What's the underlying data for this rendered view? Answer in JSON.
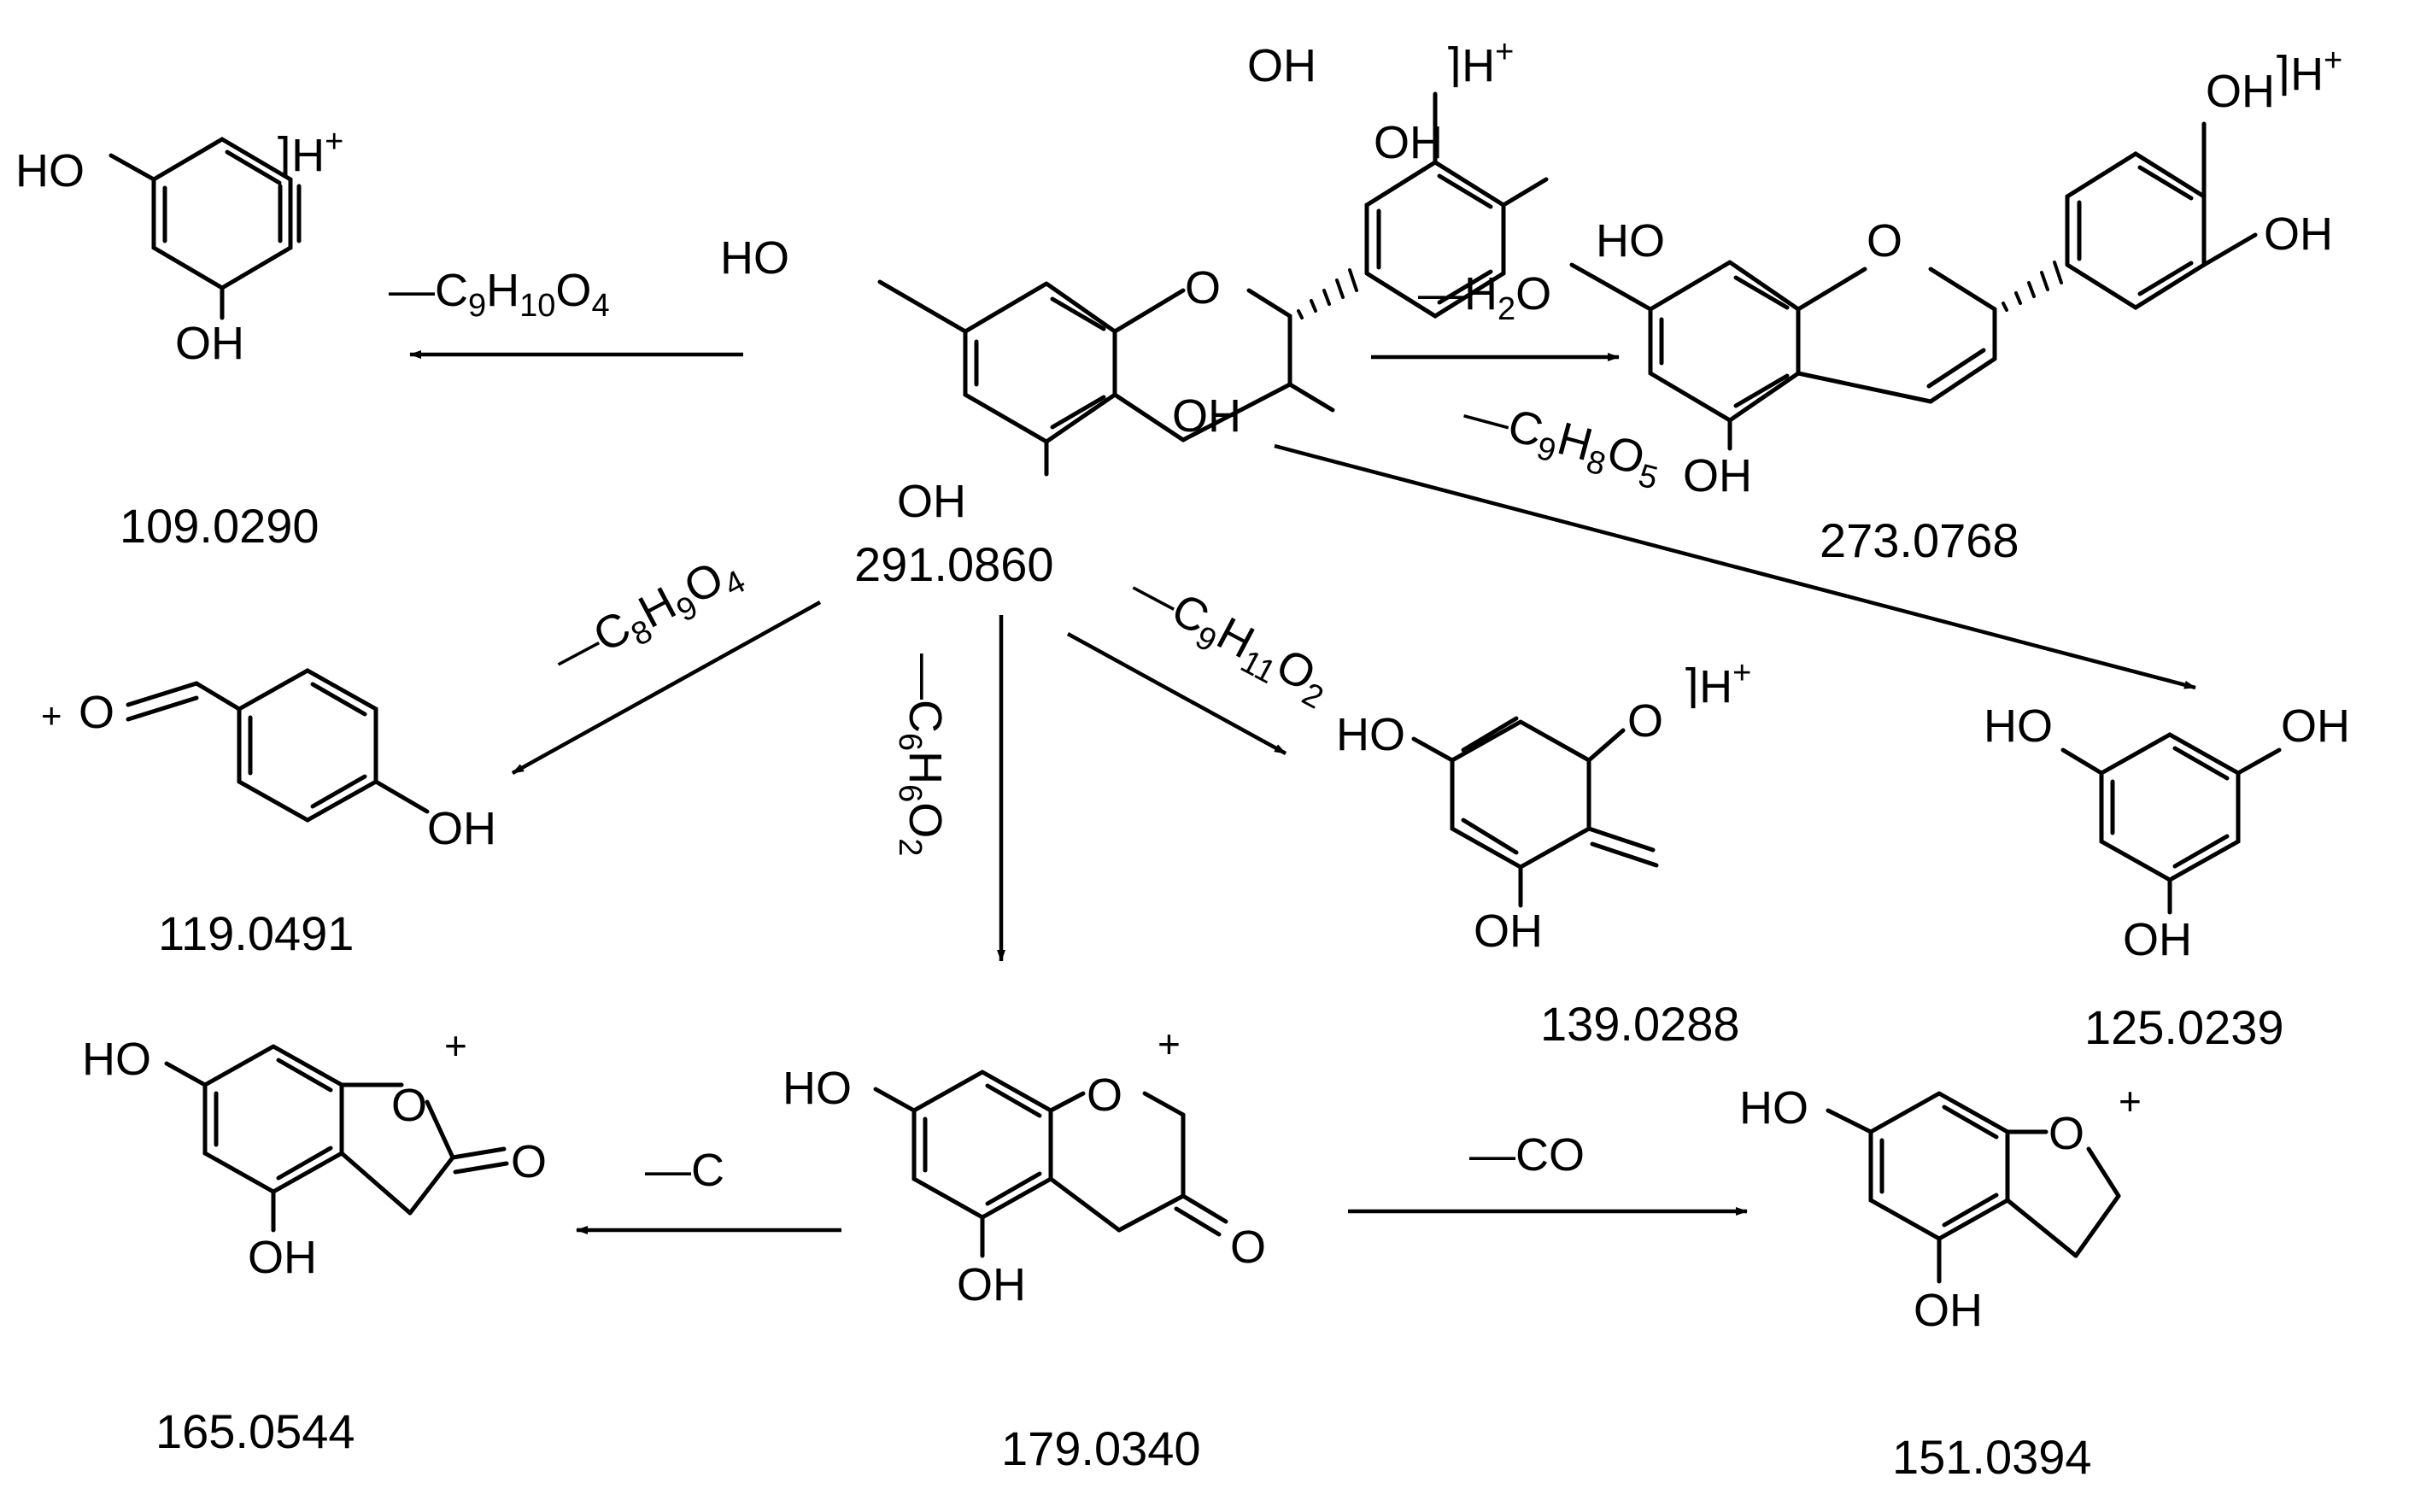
{
  "labels": {
    "oh": "OH",
    "ho": "HO",
    "o": "O",
    "plus": "+",
    "hplus": "H",
    "bracket": "⌉"
  },
  "masses": {
    "parent": "291.0860",
    "m273": "273.0768",
    "m109": "109.0290",
    "m119": "119.0491",
    "m139": "139.0288",
    "m125": "125.0239",
    "m165": "165.0544",
    "m179": "179.0340",
    "m151": "151.0394"
  },
  "losses": {
    "to109": {
      "dash": "—",
      "el1": "C",
      "n1": "9",
      "el2": "H",
      "n2": "10",
      "el3": "O",
      "n3": "4"
    },
    "to273": {
      "dash": "—",
      "el1": "H",
      "n1": "2",
      "el2": "O"
    },
    "to125": {
      "dash": "—",
      "el1": "C",
      "n1": "9",
      "el2": "H",
      "n2": "8",
      "el3": "O",
      "n3": "5"
    },
    "to119": {
      "dash": "—",
      "el1": "C",
      "n1": "8",
      "el2": "H",
      "n2": "9",
      "el3": "O",
      "n3": "4"
    },
    "to179": {
      "dash": "—",
      "el1": "C",
      "n1": "6",
      "el2": "H",
      "n2": "6",
      "el3": "O",
      "n3": "2"
    },
    "to139": {
      "dash": "—",
      "el1": "C",
      "n1": "9",
      "el2": "H",
      "n2": "11",
      "el3": "O",
      "n3": "2"
    },
    "to165": {
      "dash": "—",
      "el1": "C"
    },
    "to151": {
      "dash": "—",
      "el1": "CO"
    }
  }
}
